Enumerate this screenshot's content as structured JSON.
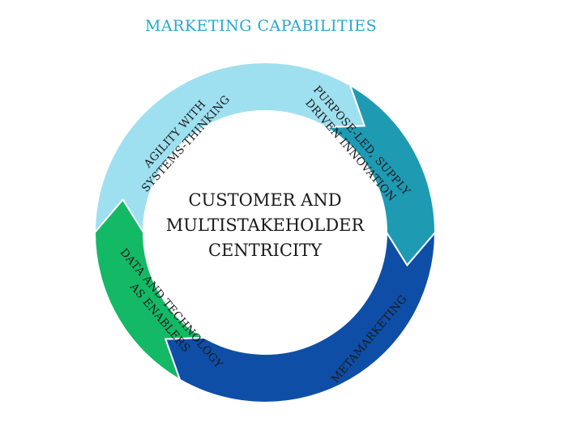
{
  "title": "MARKETING CAPABILITIES",
  "center": {
    "line1": "CUSTOMER AND",
    "line2": "MULTISTAKEHOLDER",
    "line3": "CENTRICITY"
  },
  "segments": [
    {
      "label1": "AGILITY WITH",
      "label2": "SYSTEMS-THINKING",
      "color": "#9ee0f0"
    },
    {
      "label1": "PURPOSE-LED, SUPPLY",
      "label2": "DRIVEN INNOVATION",
      "color": "#1f9ab3"
    },
    {
      "label1": "METAMARKETING",
      "label2": "",
      "color": "#0e4ea6"
    },
    {
      "label1": "DATA AND TECHNOLOGY",
      "label2": "AS ENABLERS",
      "color": "#14b965"
    }
  ],
  "colors": {
    "title": "#22a8d2",
    "text": "#1a1a1a",
    "center_fill": "#ffffff"
  }
}
